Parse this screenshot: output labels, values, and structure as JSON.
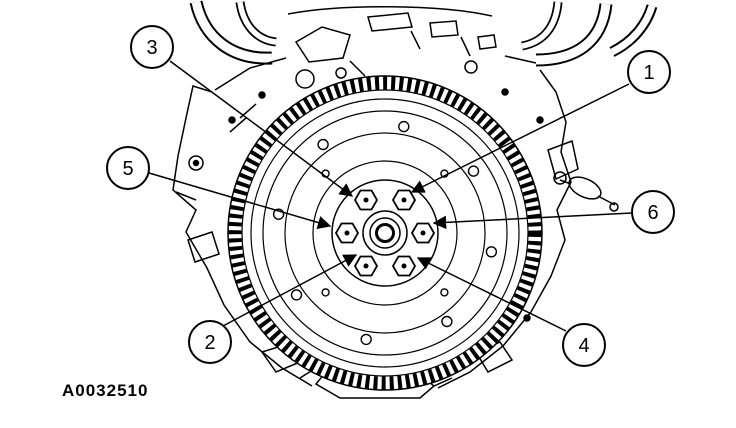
{
  "figure": {
    "id": "A0032510"
  },
  "callouts": {
    "c1": {
      "label": "1"
    },
    "c2": {
      "label": "2"
    },
    "c3": {
      "label": "3"
    },
    "c4": {
      "label": "4"
    },
    "c5": {
      "label": "5"
    },
    "c6": {
      "label": "6"
    }
  },
  "colors": {
    "ink": "#000000",
    "paper": "#ffffff"
  }
}
